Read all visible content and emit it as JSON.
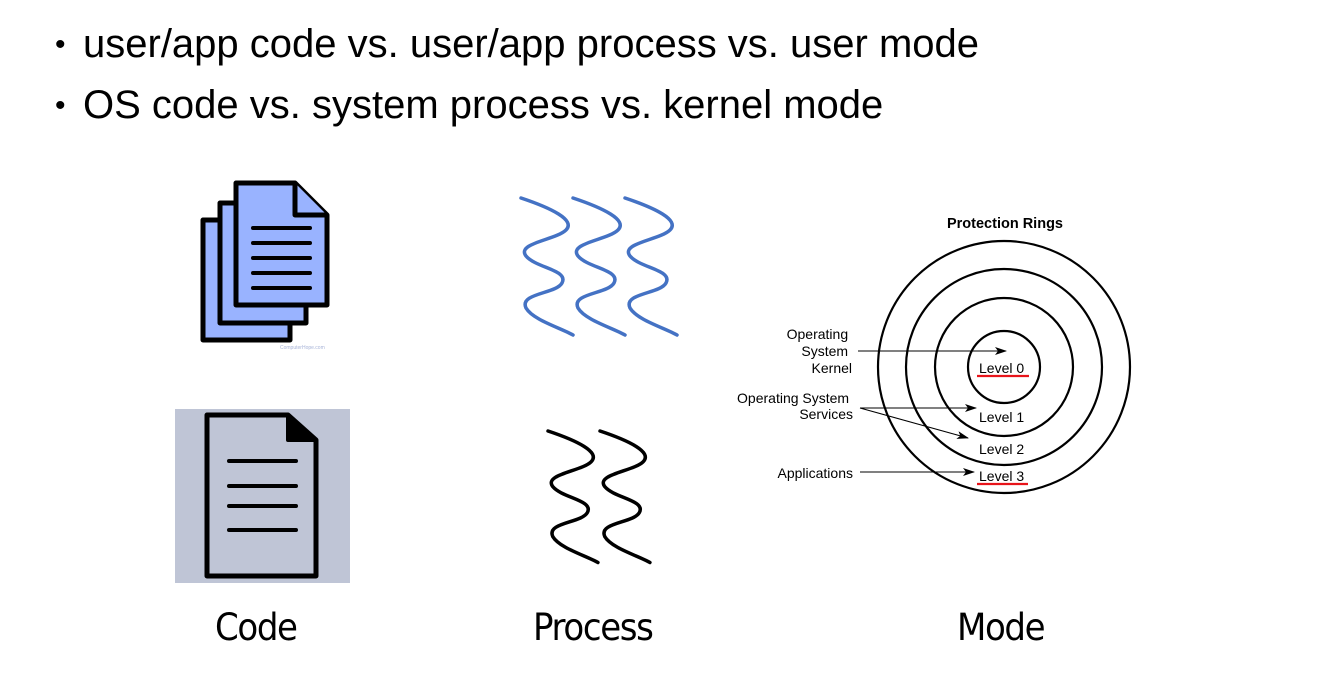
{
  "bullets": [
    "user/app code vs. user/app process vs. user mode",
    "OS code vs. system process vs. kernel mode"
  ],
  "bullet_glyph": "•",
  "captions": {
    "code": "Code",
    "process": "Process",
    "mode": "Mode"
  },
  "code_icons": {
    "user_watermark": "ComputerHope.com",
    "user_fill": "#99b3ff",
    "system_background": "#bfc5d6"
  },
  "process_icons": {
    "user_thread_count": 3,
    "user_color": "#4472c4",
    "system_thread_count": 2,
    "system_color": "#000000"
  },
  "protection_rings": {
    "title": "Protection Rings",
    "levels": [
      "Level 0",
      "Level 1",
      "Level 2",
      "Level 3"
    ],
    "underlined_levels": [
      "Level 0",
      "Level 3"
    ],
    "underline_color": "#e8141a",
    "labels": {
      "kernel": [
        "Operating",
        "System",
        "Kernel"
      ],
      "services": [
        "Operating System",
        "Services"
      ],
      "applications": [
        "Applications"
      ]
    }
  }
}
